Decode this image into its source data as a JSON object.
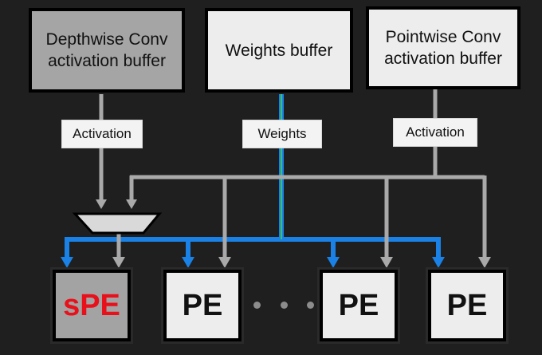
{
  "buffers": {
    "depthwise": {
      "label": "Depthwise Conv activation buffer"
    },
    "weights": {
      "label": "Weights buffer"
    },
    "pointwise": {
      "label": "Pointwise Conv activation buffer"
    }
  },
  "signal_labels": {
    "activation_left": "Activation",
    "weights": "Weights",
    "activation_right": "Activation"
  },
  "processing_elements": [
    {
      "label": "sPE",
      "color": "#e8101a"
    },
    {
      "label": "PE"
    },
    {
      "label": "PE"
    },
    {
      "label": "PE"
    }
  ],
  "colors": {
    "background": "#1f1f1f",
    "weights_bus": "#1a82e6",
    "activation_bus": "#a9a9a9",
    "spe_fill": "#a3a3a3",
    "pe_fill": "#ededed"
  }
}
